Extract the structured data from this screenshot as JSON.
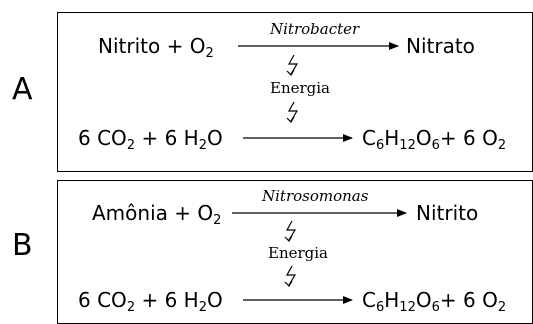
{
  "panels": [
    {
      "letter": "A",
      "top": {
        "reactant": "Nitrito",
        "plus": "+",
        "o2_base": "O",
        "o2_sub": "2",
        "enzyme": "Nitrobacter",
        "product": "Nitrato"
      },
      "energy_label": "Energia",
      "bottom": {
        "coef1": "6",
        "co2_base": "CO",
        "co2_sub": "2",
        "plus": "+",
        "coef2": "6",
        "h2o_h": "H",
        "h2o_sub": "2",
        "h2o_o": "O",
        "glc_c": "C",
        "glc_c_sub": "6",
        "glc_h": "H",
        "glc_h_sub": "12",
        "glc_o": "O",
        "glc_o_sub": "6",
        "plus2": "+",
        "coef3": "6",
        "o2_base": "O",
        "o2_sub": "2"
      }
    },
    {
      "letter": "B",
      "top": {
        "reactant": "Amônia",
        "plus": "+",
        "o2_base": "O",
        "o2_sub": "2",
        "enzyme": "Nitrosomonas",
        "product": "Nitrito"
      },
      "energy_label": "Energia",
      "bottom": {
        "coef1": "6",
        "co2_base": "CO",
        "co2_sub": "2",
        "plus": "+",
        "coef2": "6",
        "h2o_h": "H",
        "h2o_sub": "2",
        "h2o_o": "O",
        "glc_c": "C",
        "glc_c_sub": "6",
        "glc_h": "H",
        "glc_h_sub": "12",
        "glc_o": "O",
        "glc_o_sub": "6",
        "plus2": "+",
        "coef3": "6",
        "o2_base": "O",
        "o2_sub": "2"
      }
    }
  ]
}
